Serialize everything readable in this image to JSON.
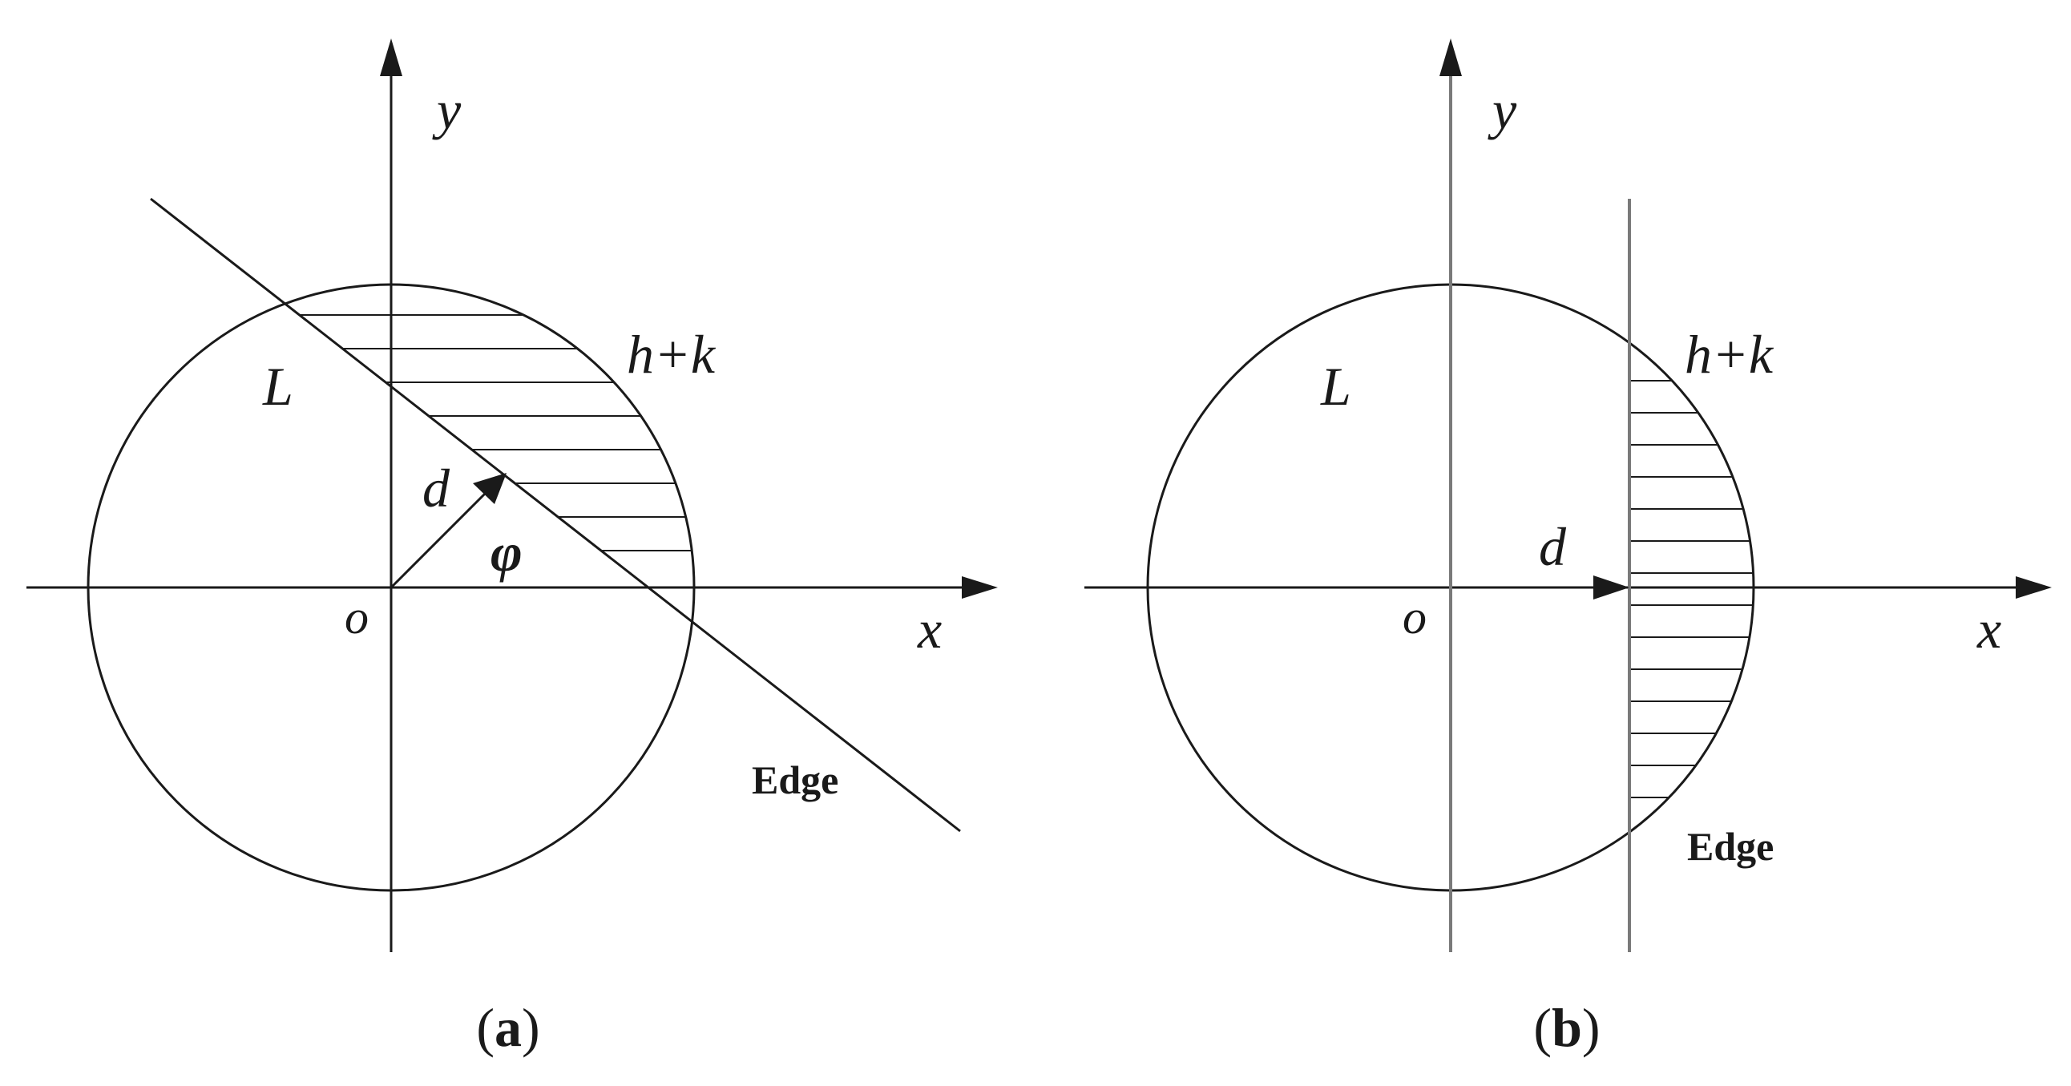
{
  "colors": {
    "ink": "#1a1a1a",
    "gray_axis": "#7a7a7a",
    "background": "#ffffff"
  },
  "panel_a": {
    "y_axis_label": "y",
    "x_axis_label": "x",
    "origin_label": "o",
    "region_label": "L",
    "shaded_label": "h+k",
    "distance_label": "d",
    "angle_label": "φ",
    "edge_label": "Edge",
    "caption_open": "(",
    "caption_letter": "a",
    "caption_close": ")"
  },
  "panel_b": {
    "y_axis_label": "y",
    "x_axis_label": "x",
    "origin_label": "o",
    "region_label": "L",
    "shaded_label": "h+k",
    "distance_label": "d",
    "edge_label": "Edge",
    "caption_open": "(",
    "caption_letter": "b",
    "caption_close": ")"
  }
}
